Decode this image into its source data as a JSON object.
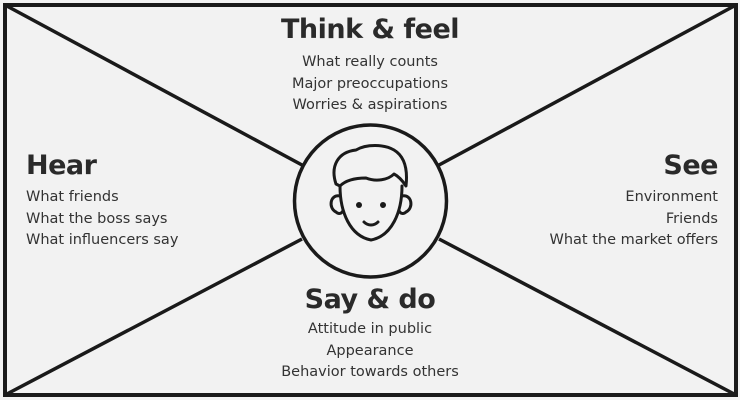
{
  "sections": {
    "think_feel": {
      "title": "Think & feel",
      "items": [
        "What really counts",
        "Major preoccupations",
        "Worries & aspirations"
      ]
    },
    "hear": {
      "title": "Hear",
      "items": [
        "What friends",
        "What the boss says",
        "What influencers say"
      ]
    },
    "see": {
      "title": "See",
      "items": [
        "Environment",
        "Friends",
        "What the market offers"
      ]
    },
    "say_do": {
      "title": "Say & do",
      "items": [
        "Attitude in public",
        "Appearance",
        "Behavior towards others"
      ]
    }
  },
  "center": {
    "icon": "person-face-icon"
  },
  "colors": {
    "background": "#f2f2f2",
    "lines": "#1a1a1a",
    "text": "#2b2b2b"
  }
}
